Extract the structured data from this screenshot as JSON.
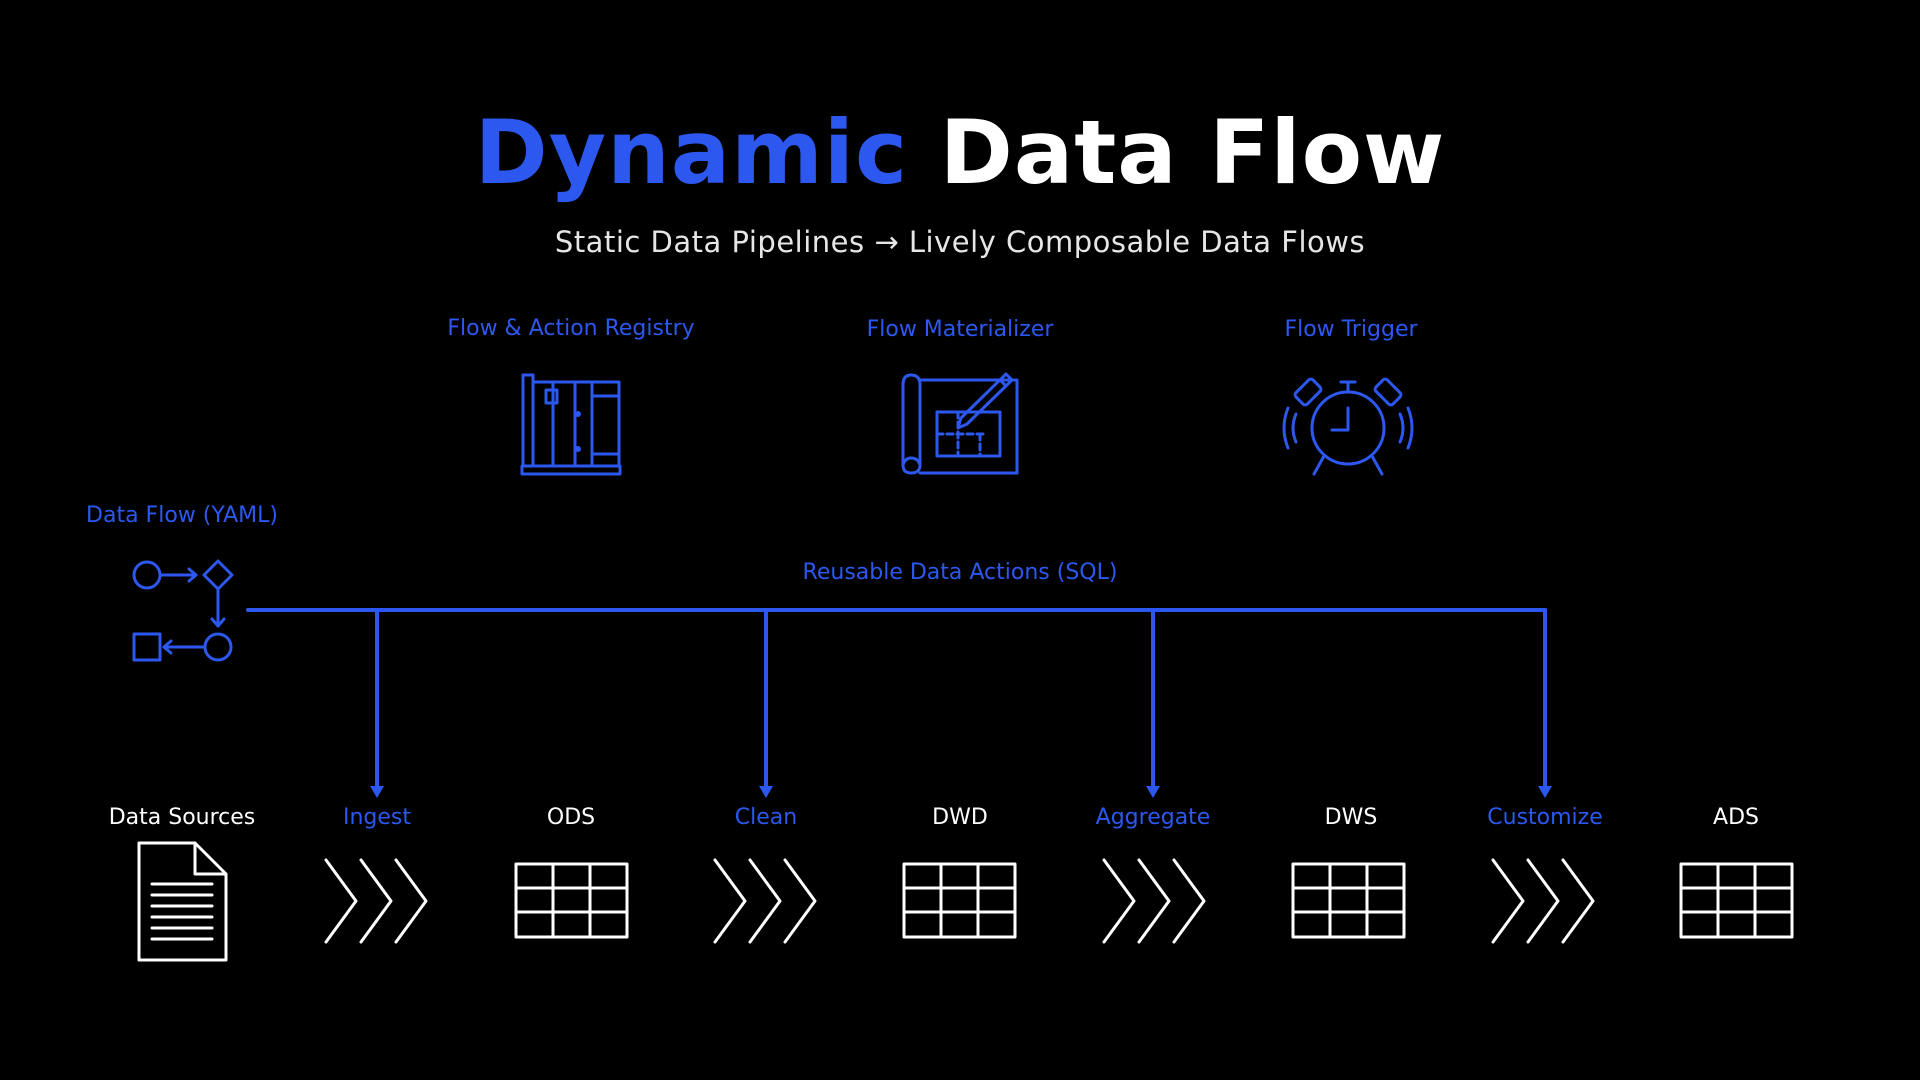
{
  "colors": {
    "accent": "#2d58f0",
    "text": "#ffffff",
    "background": "#000000"
  },
  "title": {
    "accent_word": "Dynamic",
    "rest": "Data Flow"
  },
  "subtitle": "Static Data Pipelines → Lively Composable Data Flows",
  "components": [
    {
      "label": "Flow & Action Registry",
      "icon": "bookshelf-icon"
    },
    {
      "label": "Flow Materializer",
      "icon": "blueprint-icon"
    },
    {
      "label": "Flow Trigger",
      "icon": "alarm-clock-icon"
    }
  ],
  "data_flow": {
    "label": "Data Flow (YAML)",
    "icon": "flow-graph-icon"
  },
  "actions_label": "Reusable Data Actions (SQL)",
  "pipeline": [
    {
      "label": "Data Sources",
      "kind": "source",
      "icon": "document-icon"
    },
    {
      "label": "Ingest",
      "kind": "action",
      "icon": "chevrons-icon"
    },
    {
      "label": "ODS",
      "kind": "table",
      "icon": "table-icon"
    },
    {
      "label": "Clean",
      "kind": "action",
      "icon": "chevrons-icon"
    },
    {
      "label": "DWD",
      "kind": "table",
      "icon": "table-icon"
    },
    {
      "label": "Aggregate",
      "kind": "action",
      "icon": "chevrons-icon"
    },
    {
      "label": "DWS",
      "kind": "table",
      "icon": "table-icon"
    },
    {
      "label": "Customize",
      "kind": "action",
      "icon": "chevrons-icon"
    },
    {
      "label": "ADS",
      "kind": "table",
      "icon": "table-icon"
    }
  ]
}
